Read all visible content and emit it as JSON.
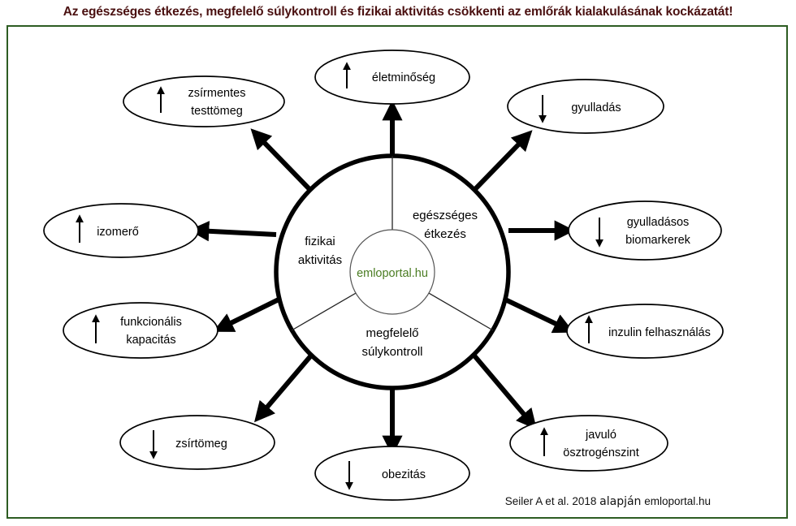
{
  "title": "Az egészséges étkezés, megfelelő súlykontroll és fizikai aktivitás csökkenti az emlőrák kialakulásának kockázatát!",
  "colors": {
    "title_text": "#4a1010",
    "frame_border": "#2d5c22",
    "brand_green": "#4a7c22",
    "stroke": "#000000",
    "background": "#ffffff"
  },
  "hub": {
    "brand": "emloportal.hu",
    "segments": [
      {
        "id": "healthy-eating",
        "label_line1": "egészséges",
        "label_line2": "étkezés"
      },
      {
        "id": "physical-activity",
        "label_line1": "fizikai",
        "label_line2": "aktivitás"
      },
      {
        "id": "weight-control",
        "label_line1": "megfelelő",
        "label_line2": "súlykontroll"
      }
    ]
  },
  "outcomes": [
    {
      "id": "lean-body-mass",
      "label_line1": "zsírmentes",
      "label_line2": "testtömeg",
      "trend": "up",
      "trend_symbol": "↑"
    },
    {
      "id": "quality-of-life",
      "label_line1": "életminőség",
      "label_line2": "",
      "trend": "up",
      "trend_symbol": "↑"
    },
    {
      "id": "inflammation",
      "label_line1": "gyulladás",
      "label_line2": "",
      "trend": "down",
      "trend_symbol": "↓"
    },
    {
      "id": "inflammatory-biomarkers",
      "label_line1": "gyulladásos",
      "label_line2": "biomarkerek",
      "trend": "down",
      "trend_symbol": "↓"
    },
    {
      "id": "insulin-utilization",
      "label_line1": "inzulin felhasználás",
      "label_line2": "",
      "trend": "up",
      "trend_symbol": "↑"
    },
    {
      "id": "estrogen-level",
      "label_line1": "javuló",
      "label_line2": "ösztrogénszint",
      "trend": "up",
      "trend_symbol": "↑"
    },
    {
      "id": "obesity",
      "label_line1": "obezitás",
      "label_line2": "",
      "trend": "down",
      "trend_symbol": "↓"
    },
    {
      "id": "fat-mass",
      "label_line1": "zsírtömeg",
      "label_line2": "",
      "trend": "down",
      "trend_symbol": "↓"
    },
    {
      "id": "functional-capacity",
      "label_line1": "funkcionális",
      "label_line2": "kapacitás",
      "trend": "up",
      "trend_symbol": "↑"
    },
    {
      "id": "muscle-strength",
      "label_line1": "izomerő",
      "label_line2": "",
      "trend": "up",
      "trend_symbol": "↑"
    }
  ],
  "footer": {
    "source": "Seiler A et al. 2018",
    "based_on": "alapján",
    "site": "emloportal.hu"
  }
}
